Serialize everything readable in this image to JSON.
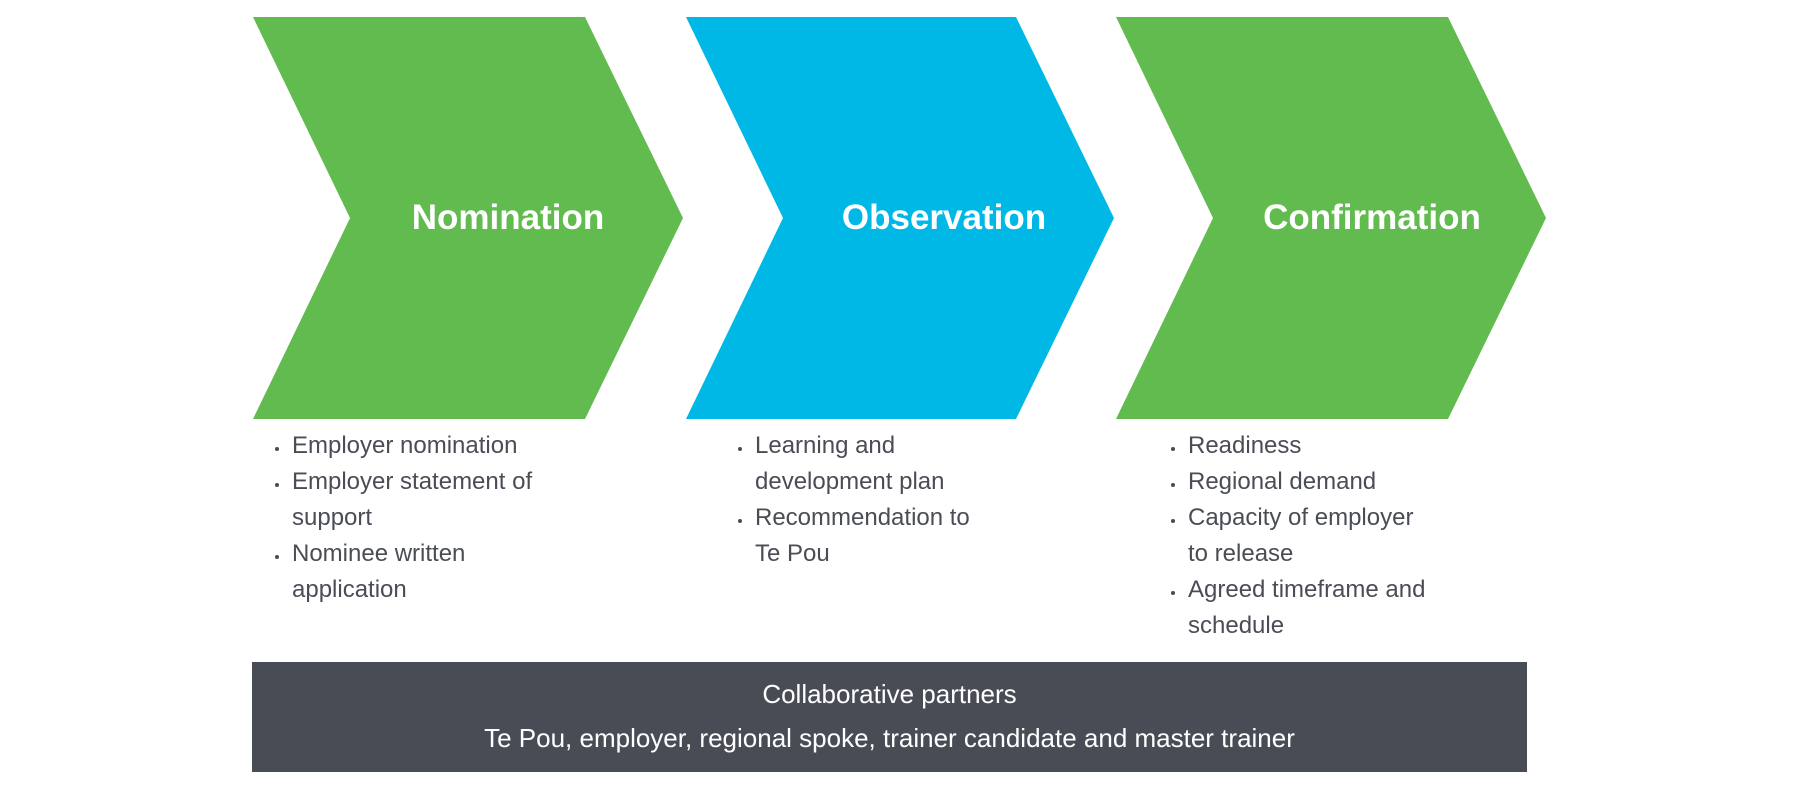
{
  "colors": {
    "green": "#62bb4e",
    "blue": "#00b8e6",
    "bar": "#484c55"
  },
  "steps": [
    {
      "title": "Nomination",
      "items": [
        "Employer nomination",
        "Employer statement of support",
        "Nominee written application"
      ]
    },
    {
      "title": "Observation",
      "items": [
        "Learning and development plan",
        "Recommendation to Te Pou"
      ]
    },
    {
      "title": "Confirmation",
      "items": [
        "Readiness",
        "Regional demand",
        "Capacity of employer to release",
        "Agreed timeframe and schedule"
      ]
    }
  ],
  "footer": {
    "title": "Collaborative partners",
    "text": "Te Pou, employer, regional spoke, trainer candidate and master trainer"
  }
}
